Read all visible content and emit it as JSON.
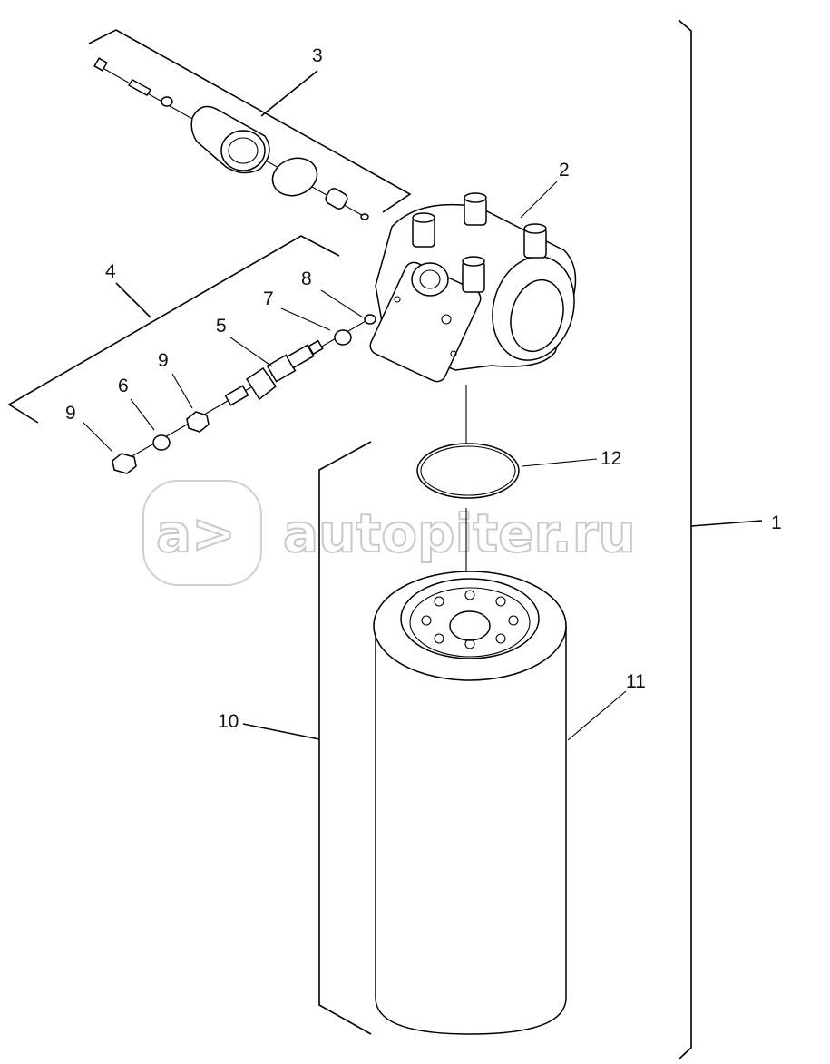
{
  "callouts": [
    "1",
    "2",
    "3",
    "4",
    "5",
    "6",
    "7",
    "8",
    "9",
    "9",
    "10",
    "11",
    "12"
  ],
  "watermark": {
    "logo_text": "a>",
    "site": "autopiter.ru"
  }
}
